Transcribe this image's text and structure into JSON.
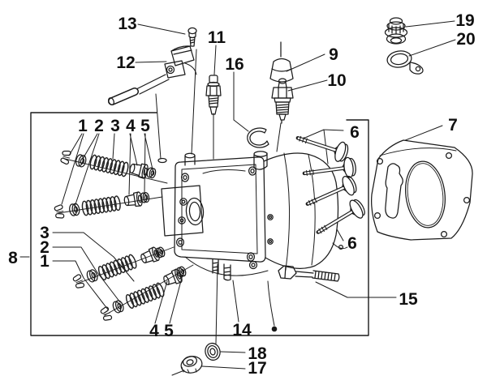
{
  "figure": {
    "kind": "exploded-parts-diagram",
    "subject": "cylinder-head-assembly",
    "line_color": "#1a1a1a",
    "background_color": "#ffffff"
  },
  "labels": [
    "13",
    "12",
    "11",
    "16",
    "9",
    "10",
    "19",
    "20",
    "1",
    "2",
    "3",
    "4",
    "5",
    "6",
    "7",
    "8",
    "3",
    "2",
    "1",
    "6",
    "15",
    "4",
    "5",
    "14",
    "18",
    "17"
  ]
}
